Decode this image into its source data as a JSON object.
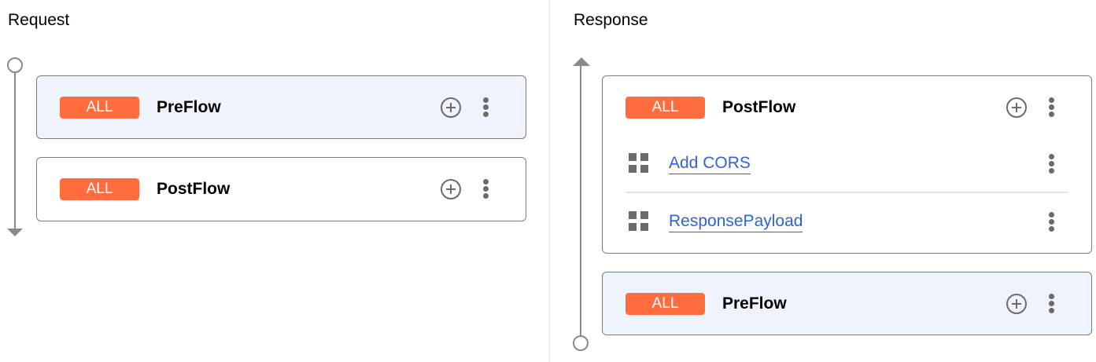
{
  "request": {
    "title": "Request",
    "flows": [
      {
        "badge": "ALL",
        "name": "PreFlow"
      },
      {
        "badge": "ALL",
        "name": "PostFlow"
      }
    ]
  },
  "response": {
    "title": "Response",
    "flows": [
      {
        "badge": "ALL",
        "name": "PostFlow",
        "steps": [
          {
            "name": "Add CORS"
          },
          {
            "name": "ResponsePayload"
          }
        ]
      },
      {
        "badge": "ALL",
        "name": "PreFlow"
      }
    ]
  },
  "colors": {
    "badge": "#ff6d3f",
    "link": "#2e64d4",
    "highlight": "#eef3fc"
  }
}
